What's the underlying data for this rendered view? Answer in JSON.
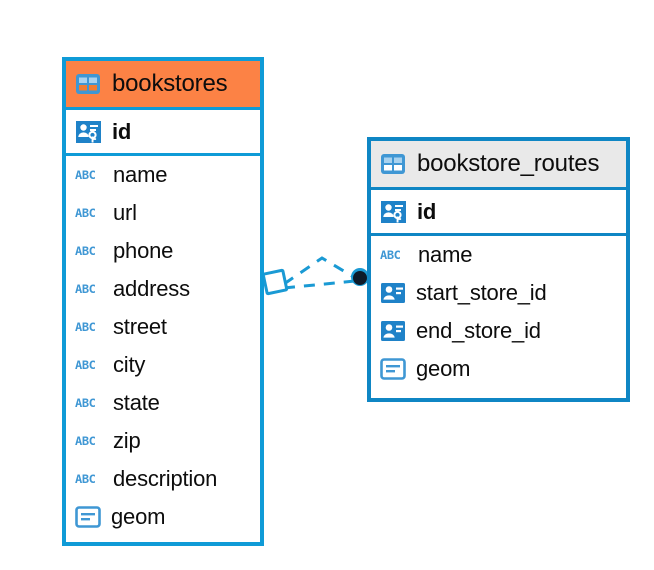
{
  "diagram": {
    "type": "entity-relationship-diagram",
    "background": "#ffffff",
    "accent_color": "#0f9bd7",
    "highlight_color": "#fc8245",
    "icon_color": "#3f97d4"
  },
  "tables": [
    {
      "name": "bookstores",
      "header_icon": "table-icon",
      "header_background": "#fc8245",
      "border_color": "#0f9bd7",
      "fields": [
        {
          "name": "id",
          "icon": "primary-key-icon",
          "key": "primary"
        },
        {
          "name": "name",
          "icon": "abc-icon",
          "type_label": "ABC"
        },
        {
          "name": "url",
          "icon": "abc-icon",
          "type_label": "ABC"
        },
        {
          "name": "phone",
          "icon": "abc-icon",
          "type_label": "ABC"
        },
        {
          "name": "address",
          "icon": "abc-icon",
          "type_label": "ABC"
        },
        {
          "name": "street",
          "icon": "abc-icon",
          "type_label": "ABC"
        },
        {
          "name": "city",
          "icon": "abc-icon",
          "type_label": "ABC"
        },
        {
          "name": "state",
          "icon": "abc-icon",
          "type_label": "ABC"
        },
        {
          "name": "zip",
          "icon": "abc-icon",
          "type_label": "ABC"
        },
        {
          "name": "description",
          "icon": "abc-icon",
          "type_label": "ABC"
        },
        {
          "name": "geom",
          "icon": "geometry-icon"
        }
      ]
    },
    {
      "name": "bookstore_routes",
      "header_icon": "table-icon",
      "header_background": "#e9e9e9",
      "border_color": "#0f86c4",
      "fields": [
        {
          "name": "id",
          "icon": "primary-key-icon",
          "key": "primary"
        },
        {
          "name": "name",
          "icon": "abc-icon",
          "type_label": "ABC"
        },
        {
          "name": "start_store_id",
          "icon": "foreign-key-icon",
          "key": "foreign"
        },
        {
          "name": "end_store_id",
          "icon": "foreign-key-icon",
          "key": "foreign"
        },
        {
          "name": "geom",
          "icon": "geometry-icon"
        }
      ]
    }
  ],
  "relationship": {
    "from_table": "bookstores",
    "to_table": "bookstore_routes",
    "line_style": "dashed",
    "line_color": "#1a9ad4",
    "source_marker": "diamond-outline",
    "target_marker": "filled-circle",
    "branch_count": 2
  }
}
